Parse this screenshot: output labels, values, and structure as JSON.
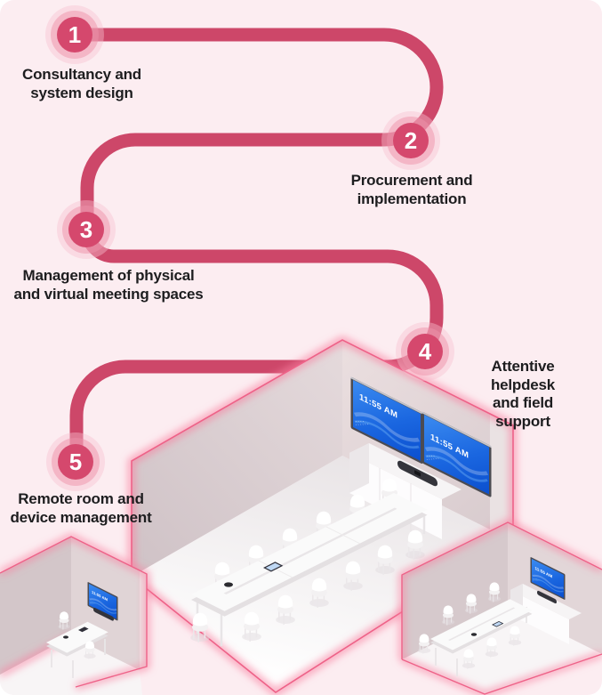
{
  "colors": {
    "background": "#fcedf1",
    "flow_line": "#cd4769",
    "step_circle": "#d5486d",
    "step_number": "#ffffff",
    "label_text": "#1d1d1f",
    "edge_glow": "#ee6288",
    "screen_blue_top": "#3b8bf0",
    "screen_blue_bottom": "#0b4fce",
    "wall": "#d9cccf",
    "floor": "#f4f0f2"
  },
  "steps": [
    {
      "number": "1",
      "label": "Consultancy and\nsystem design"
    },
    {
      "number": "2",
      "label": "Procurement and\nimplementation"
    },
    {
      "number": "3",
      "label": "Management of physical\nand virtual meeting spaces"
    },
    {
      "number": "4",
      "label": "Attentive helpdesk\nand field support"
    },
    {
      "number": "5",
      "label": "Remote room and\ndevice management"
    }
  ],
  "displays": {
    "time": "11:55 AM"
  }
}
